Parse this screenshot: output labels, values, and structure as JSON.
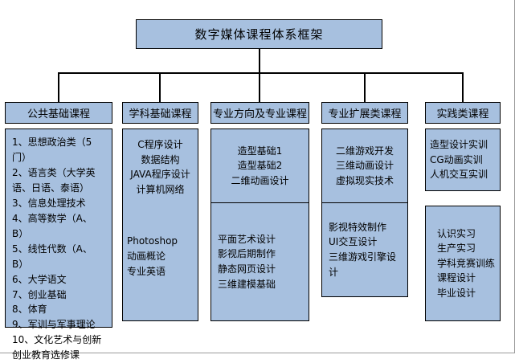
{
  "title": "数字媒体课程体系框架",
  "columns": [
    {
      "header": "公共基础课程",
      "body_top": "1、思想政治类（5门）\n2、语言类（大学英语、日语、泰语）\n3、信息处理技术\n4、高等数学（A、B）\n5、线性代数（A、B）\n6、大学语文\n7、创业基础\n8、体育\n9、军训与军事理论\n10、文化艺术与创新创业教育选修课",
      "body_bottom": ""
    },
    {
      "header": "学科基础课程",
      "body_top": "C程序设计\n数据结构\nJAVA程序设计\n计算机网络",
      "body_bottom": "Photoshop\n动画概论\n专业英语"
    },
    {
      "header": "专业方向及专业课程",
      "body_top": "造型基础1\n造型基础2\n二维动画设计",
      "body_bottom": "平面艺术设计\n影视后期制作\n静态网页设计\n三维建模基础"
    },
    {
      "header": "专业扩展类课程",
      "body_top": "二维游戏开发\n三维动画设计\n虚拟现实技术",
      "body_bottom": "影视特效制作\nUI交互设计\n三维游戏引擎设计"
    },
    {
      "header": "实践类课程",
      "body_top": "造型设计实训\nCG动画实训\n人机交互实训",
      "body_bottom": "认识实习\n生产实习\n学科竞赛训练\n课程设计\n毕业设计"
    }
  ],
  "colors": {
    "box_fill": "#a7c0df",
    "box_border": "#000000",
    "line": "#000000"
  }
}
